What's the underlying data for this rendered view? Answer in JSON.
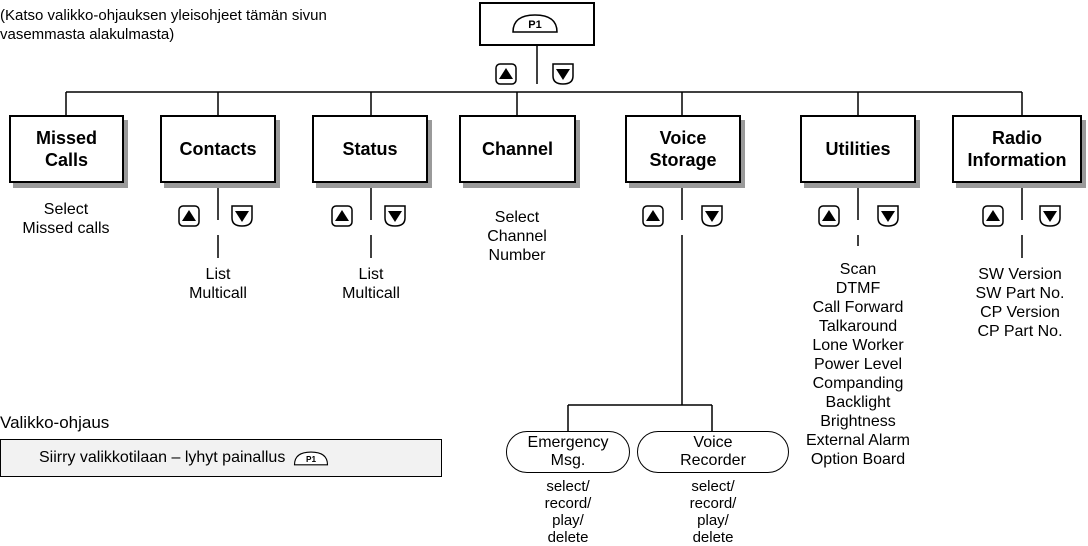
{
  "intro_text": "(Katso valikko-ohjauksen yleisohjeet tämän sivun\nvasemmasta alakulmasta)",
  "root_key": "P1",
  "menu_items": [
    {
      "label": "Missed\nCalls",
      "sub": "Select\nMissed calls"
    },
    {
      "label": "Contacts",
      "sub": "List\nMulticall"
    },
    {
      "label": "Status",
      "sub": "List\nMulticall"
    },
    {
      "label": "Channel",
      "sub": "Select\nChannel\nNumber"
    },
    {
      "label": "Voice\nStorage",
      "sub": ""
    },
    {
      "label": "Utilities",
      "sub": "Scan\nDTMF\nCall Forward\nTalkaround\nLone Worker\nPower Level\nCompanding\nBacklight\nBrightness\nExternal Alarm\nOption Board"
    },
    {
      "label": "Radio\nInformation",
      "sub": "SW Version\nSW Part No.\nCP Version\nCP Part No."
    }
  ],
  "voice_storage_children": [
    {
      "label": "Emergency\nMsg.",
      "sub": "select/\nrecord/\nplay/\ndelete"
    },
    {
      "label": "Voice\nRecorder",
      "sub": "select/\nrecord/\nplay/\ndelete"
    }
  ],
  "navigation": {
    "heading": "Valikko-ohjaus",
    "enter_menu": "Siirry valikkotilaan – lyhyt painallus",
    "key": "P1"
  }
}
